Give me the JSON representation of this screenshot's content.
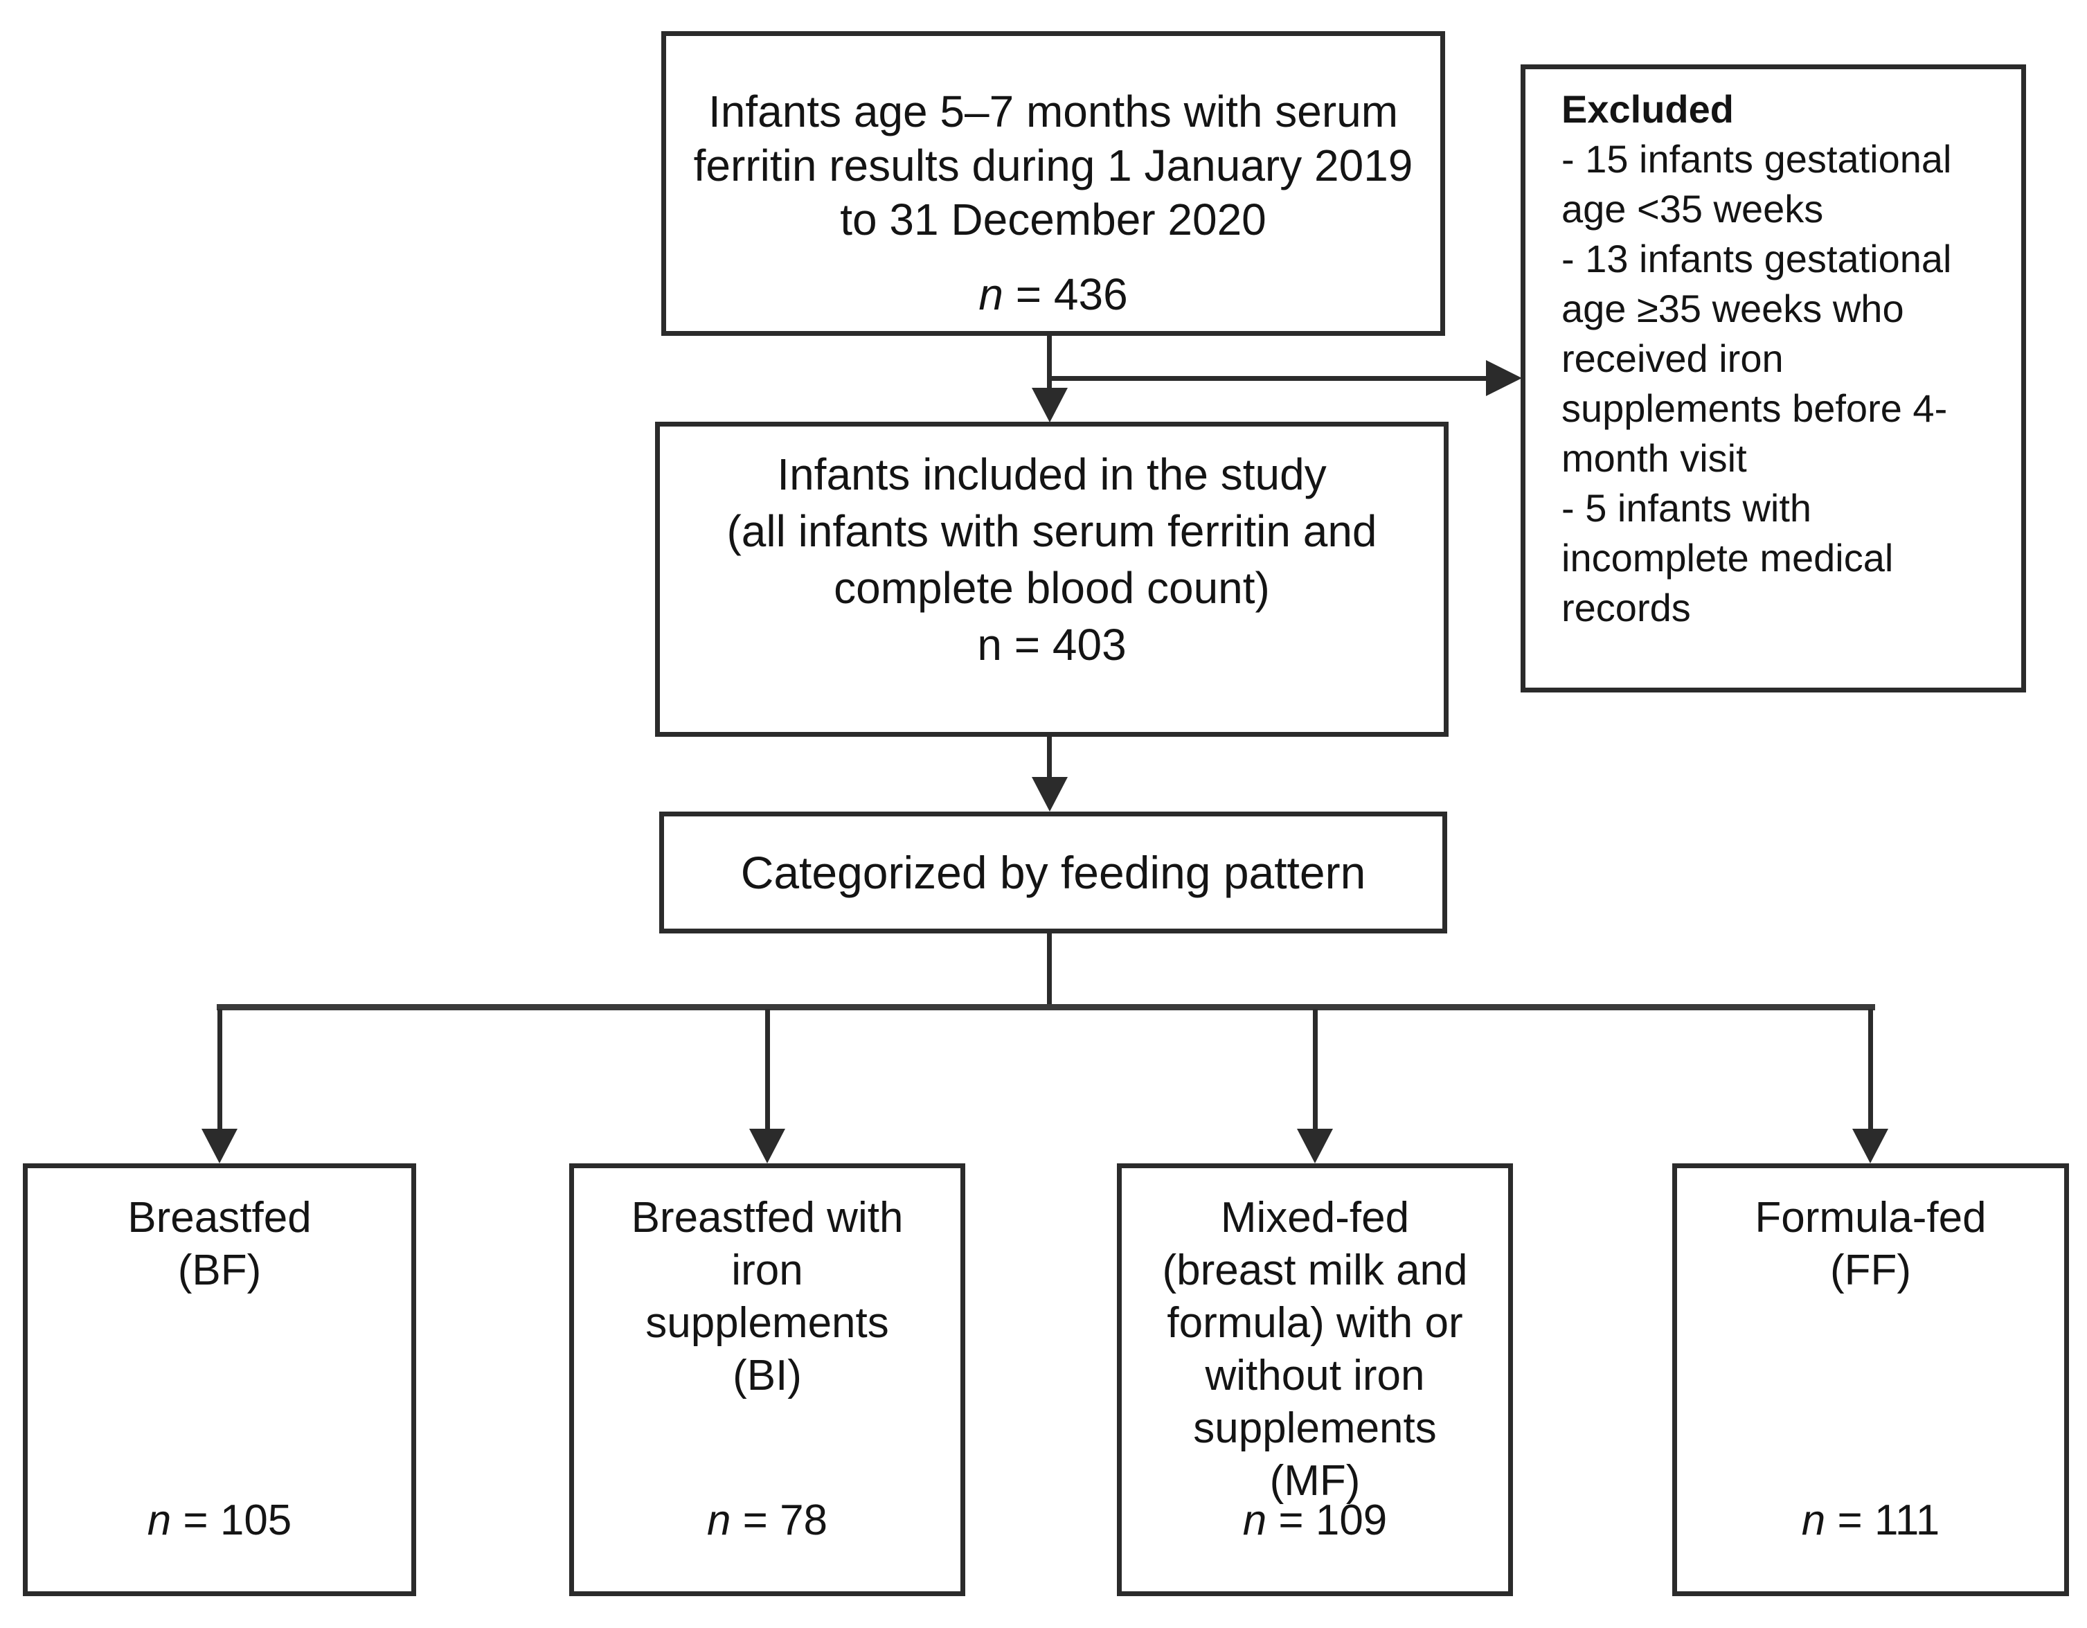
{
  "colors": {
    "ink": "#2b2b2b",
    "text": "#141414",
    "background": "#ffffff",
    "distribution_line": "#3a3a3a"
  },
  "n_label": "n",
  "source_box": {
    "lines": [
      "Infants age 5–7 months with serum",
      "ferritin results during 1 January 2019",
      "to 31 December 2020"
    ],
    "n_value": " = 436"
  },
  "excluded_box": {
    "title": "Excluded",
    "items": [
      "- 15 infants gestational age <35 weeks",
      "- 13 infants gestational age ≥35 weeks who received iron supplements before 4-month visit",
      "- 5 infants with incomplete medical records"
    ]
  },
  "included_box": {
    "lines": [
      "Infants included in the study",
      "(all infants with serum ferritin and",
      "complete blood count)"
    ],
    "n_value": " = 403"
  },
  "categorized_box": {
    "label": "Categorized by feeding pattern"
  },
  "groups": [
    {
      "id": "bf",
      "lines": [
        "Breastfed",
        "(BF)"
      ],
      "n_value": " = 105"
    },
    {
      "id": "bi",
      "lines": [
        "Breastfed with",
        "iron",
        "supplements",
        "(BI)"
      ],
      "n_value": " = 78"
    },
    {
      "id": "mf",
      "lines": [
        "Mixed-fed",
        "(breast milk and",
        "formula) with or",
        "without iron",
        "supplements",
        "(MF)"
      ],
      "n_value": " = 109"
    },
    {
      "id": "ff",
      "lines": [
        "Formula-fed",
        "(FF)"
      ],
      "n_value": " = 111"
    }
  ]
}
